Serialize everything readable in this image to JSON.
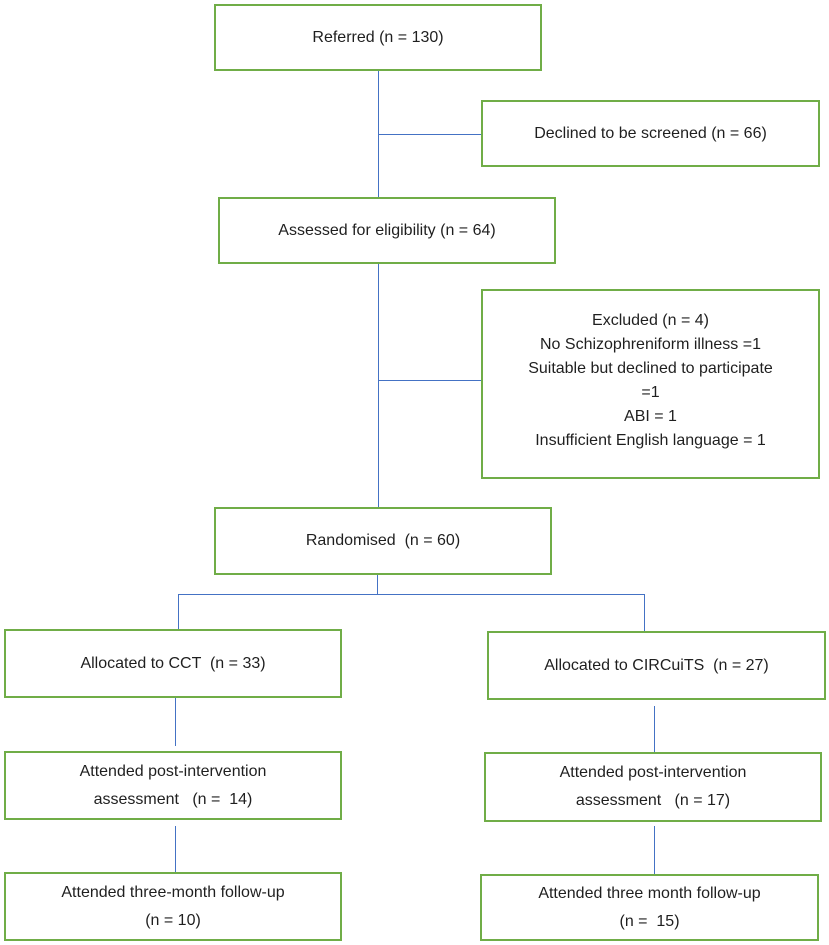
{
  "flowchart": {
    "referred": "Referred (n = 130)",
    "declined_screening": "Declined to be screened (n = 66)",
    "assessed": "Assessed for eligibility (n = 64)",
    "excluded": {
      "lines": [
        "Excluded (n = 4)",
        "No Schizophreniform illness =1",
        "Suitable but declined to participate",
        "=1",
        "ABI = 1",
        "Insufficient English language = 1"
      ]
    },
    "randomised": "Randomised  (n = 60)",
    "cct_arm": {
      "allocated": "Allocated to CCT  (n = 33)",
      "post_intervention": [
        "Attended post-intervention",
        "assessment   (n =  14)"
      ],
      "follow_up": [
        "Attended three-month follow-up",
        "(n = 10)"
      ]
    },
    "circuits_arm": {
      "allocated": "Allocated to CIRCuiTS  (n = 27)",
      "post_intervention": [
        "Attended post-intervention",
        "assessment   (n = 17)"
      ],
      "follow_up": [
        "Attended three month follow-up",
        "(n =  15)"
      ]
    }
  },
  "colors": {
    "box_border": "#70ad47",
    "connector": "#4472c4"
  }
}
